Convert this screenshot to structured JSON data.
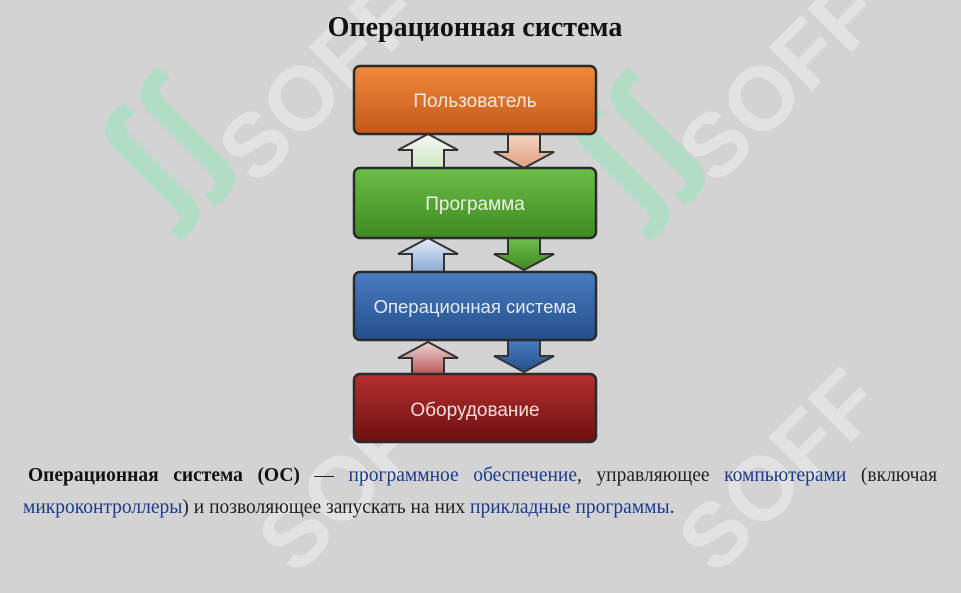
{
  "title": "Операционная система",
  "diagram": {
    "boxes": [
      {
        "label": "Пользователь",
        "color": "#d2691e"
      },
      {
        "label": "Программа",
        "color": "#4c9a2a"
      },
      {
        "label": "Операционная система",
        "color": "#2f5f9e"
      },
      {
        "label": "Оборудование",
        "color": "#8b1a1a"
      }
    ]
  },
  "caption": {
    "term": "Операционная система",
    "abbr": "(ОС)",
    "dash": "—",
    "link1": "программное обеспечение",
    "text1": ", управляющее",
    "link2": "компьютерами",
    "text2": "(включая",
    "link3": "микроконтроллеры",
    "text3": ") и позволяющее запускать на них",
    "link4": "прикладные программы",
    "text4": "."
  },
  "watermark": "SOFF"
}
